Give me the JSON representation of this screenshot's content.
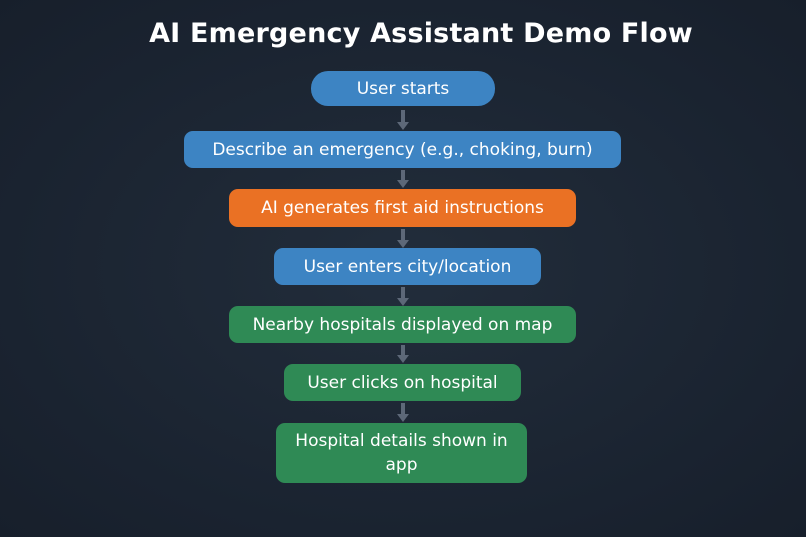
{
  "title": "AI Emergency Assistant Demo Flow",
  "nodes": [
    {
      "label": "User starts",
      "color": "#3d84c3"
    },
    {
      "label": "Describe an emergency (e.g., choking, burn)",
      "color": "#3d84c3"
    },
    {
      "label": "AI generates first aid instructions",
      "color": "#ea7124"
    },
    {
      "label": "User enters city/location",
      "color": "#3d84c3"
    },
    {
      "label": "Nearby hospitals displayed on map",
      "color": "#2f8a55"
    },
    {
      "label": "User clicks on hospital",
      "color": "#2f8a55"
    },
    {
      "label": "Hospital details shown in app",
      "color": "#2f8a55"
    }
  ],
  "background_color": "#1c2633",
  "arrow_color": "#5d6878"
}
